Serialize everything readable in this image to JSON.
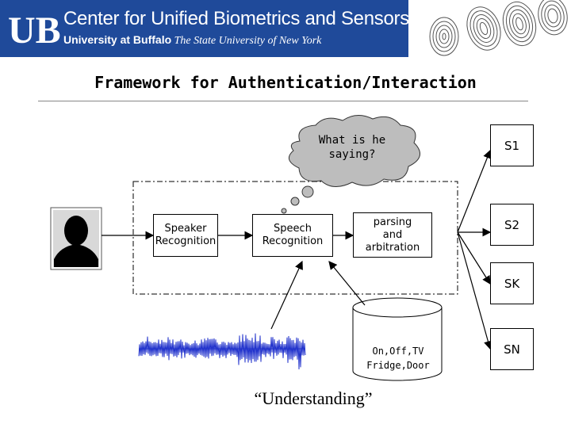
{
  "header": {
    "logo": "UB",
    "center_name": "Center for Unified Biometrics and Sensors",
    "university": "University at Buffalo",
    "university_desc": "The State University of New York"
  },
  "title": "Framework for Authentication/Interaction",
  "thought": "What is he\nsaying?",
  "nodes": {
    "speaker": "Speaker\nRecognition",
    "speech": "Speech\nRecognition",
    "parsing": "parsing\nand\narbitration",
    "database": "On,Off,TV\nFridge,Door"
  },
  "outputs": [
    "S1",
    "S2",
    "SK",
    "SN"
  ],
  "caption": "“Understanding”",
  "colors": {
    "banner": "#1f4a9a",
    "cloud": "#bdbdbd",
    "waveform": "#2233cc"
  },
  "icons": [
    "ub-logo",
    "fingerprint-images",
    "person-silhouette",
    "thought-cloud-icon",
    "database-cylinder-icon",
    "audio-waveform"
  ]
}
